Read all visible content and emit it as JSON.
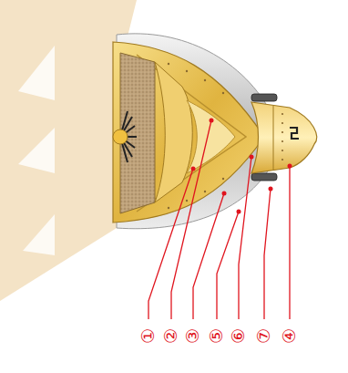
{
  "diagram": {
    "labels": [
      "①",
      "②",
      "③",
      "⑤",
      "⑥",
      "⑦",
      "④"
    ]
  }
}
